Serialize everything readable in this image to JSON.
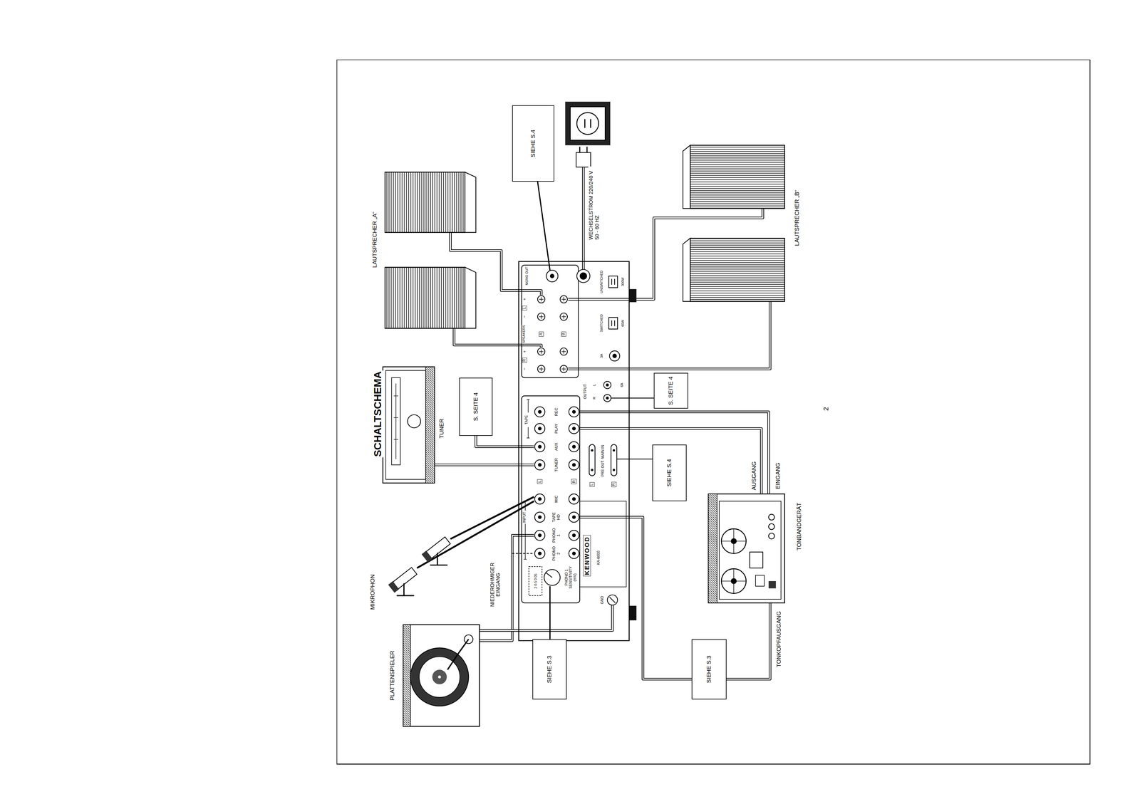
{
  "diagram": {
    "title": "SCHALTSCHEMA",
    "nodes": [
      {
        "text": [
          "SIEHE S.4"
        ]
      },
      {
        "text": [
          "S. SEITE 4"
        ]
      },
      {
        "text": [
          "SIEHE S.4"
        ]
      },
      {
        "text": [
          "S. SEITE 4"
        ]
      },
      {
        "text": [
          "SIEHE S.3"
        ]
      },
      {
        "text": [
          "SIEHE S.3"
        ]
      }
    ],
    "labels": [
      "TUNER",
      "MIKROPHON",
      "PLATTENSPIELER",
      "NIEDEROHMIGER EINGANG",
      "LAUTSPRECHER „A“",
      "LAUTSPRECHER „B“",
      "WECHSELSTROM 220/240 V 50 - 60 HZ",
      "TONBANDGERÄT",
      "TONKOPFAUSGANG",
      "AUSGANG",
      "EINGANG",
      "2",
      "INPUT",
      "PHONO 2",
      "PHONO 1",
      "TAPE HD",
      "MIC",
      "L",
      "R",
      "TUNER",
      "AUX",
      "PLAY",
      "REC",
      "TAPE",
      "PRE OUT",
      "MAIN IN",
      "L",
      "R",
      "KENWOOD",
      "KA-6000",
      "PHONO 1 SENSITIVITY (mV)",
      "2 0.5 0.05",
      "GND",
      "SPEAKERS",
      "A",
      "B",
      "−",
      "R",
      "+",
      "−",
      "L",
      "+",
      "MONO OUT",
      "OUTPUT",
      "R",
      "L",
      "6A",
      "3A",
      "SWITCHED",
      "60W",
      "UNSWITCHED",
      "300W"
    ]
  }
}
